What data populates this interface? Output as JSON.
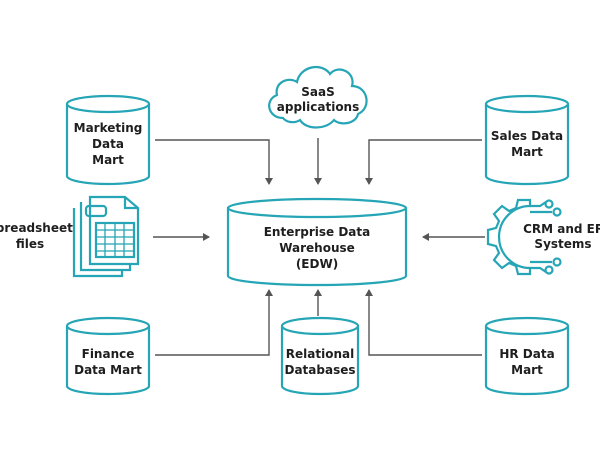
{
  "colors": {
    "accent": "#25a5b5",
    "arrow": "#555555",
    "text": "#1e1e1e"
  },
  "nodes": {
    "marketing": {
      "lines": [
        "Marketing",
        "Data",
        "Mart"
      ],
      "icon": "cylinder"
    },
    "saas": {
      "lines": [
        "SaaS",
        "applications"
      ],
      "icon": "cloud"
    },
    "sales": {
      "lines": [
        "Sales Data",
        "Mart"
      ],
      "icon": "cylinder"
    },
    "spreadsheet": {
      "lines": [
        "Spreadsheet",
        "files"
      ],
      "icon": "spreadsheet-files"
    },
    "edw": {
      "lines": [
        "Enterprise Data",
        "Warehouse",
        "(EDW)"
      ],
      "icon": "cylinder"
    },
    "crm": {
      "lines": [
        "CRM and ERP",
        "Systems"
      ],
      "icon": "gear-circuit"
    },
    "finance": {
      "lines": [
        "Finance",
        "Data Mart"
      ],
      "icon": "cylinder"
    },
    "relational": {
      "lines": [
        "Relational",
        "Databases"
      ],
      "icon": "cylinder"
    },
    "hr": {
      "lines": [
        "HR Data",
        "Mart"
      ],
      "icon": "cylinder"
    }
  },
  "edges": [
    {
      "from": "Marketing Data Mart",
      "to": "Enterprise Data Warehouse (EDW)"
    },
    {
      "from": "SaaS applications",
      "to": "Enterprise Data Warehouse (EDW)"
    },
    {
      "from": "Sales Data Mart",
      "to": "Enterprise Data Warehouse (EDW)"
    },
    {
      "from": "Spreadsheet files",
      "to": "Enterprise Data Warehouse (EDW)"
    },
    {
      "from": "CRM and ERP Systems",
      "to": "Enterprise Data Warehouse (EDW)"
    },
    {
      "from": "Finance Data Mart",
      "to": "Enterprise Data Warehouse (EDW)"
    },
    {
      "from": "Relational Databases",
      "to": "Enterprise Data Warehouse (EDW)"
    },
    {
      "from": "HR Data Mart",
      "to": "Enterprise Data Warehouse (EDW)"
    }
  ]
}
